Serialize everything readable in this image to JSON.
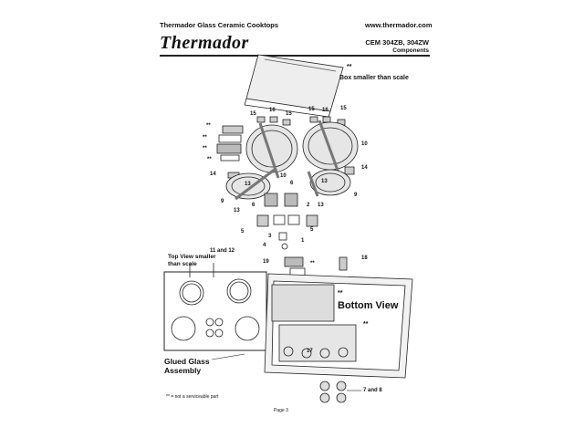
{
  "header": {
    "left_title": "Thermador Glass Ceramic Cooktops",
    "website": "www.thermador.com",
    "brand": "Thermador",
    "model": "CEM 304ZB, 304ZW",
    "section": "Components"
  },
  "notes": {
    "box_marker": "**",
    "box_note": "Box smaller than scale",
    "top_view": "Top View smaller than scale",
    "top_view_parts": "11 and 12",
    "bottom_view": "Bottom View",
    "bottom_marker": "**",
    "right_marker": "**",
    "glued_glass": "Glued Glass Assembly",
    "knobs_parts": "7 and 8",
    "footnote": "** = not a serviceable part",
    "page": "Page 3"
  },
  "part_labels": {
    "l15a": "15",
    "l16a": "16",
    "l15b": "15",
    "l15c": "15",
    "l16b": "16",
    "l15d": "15",
    "l10a": "10",
    "l10b": "10",
    "l14a": "14",
    "l14b": "14",
    "l9a": "9",
    "l9b": "9",
    "l13a": "13",
    "l13b": "13",
    "l13c": "13",
    "l13d": "13",
    "l6a": "6",
    "l6b": "6",
    "l2": "2",
    "l5a": "5",
    "l5b": "5",
    "l3": "3",
    "l4": "4",
    "l1": "1",
    "l19": "19",
    "l18": "18",
    "l17": "17",
    "s1": "**",
    "s2": "**",
    "s3": "**",
    "s4": "**",
    "s5": "**"
  }
}
